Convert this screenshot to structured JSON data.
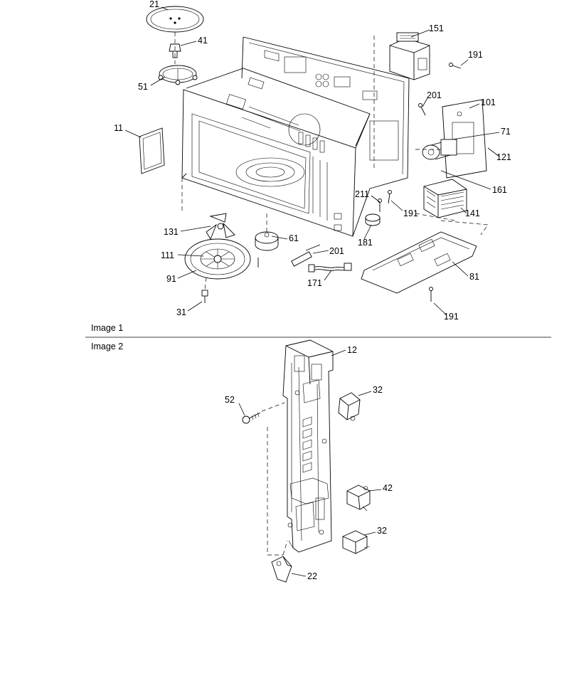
{
  "captions": {
    "image1": "Image 1",
    "image2": "Image 2"
  },
  "callouts": {
    "p21": "21",
    "p41": "41",
    "p51": "51",
    "p11": "11",
    "p131": "131",
    "p111": "111",
    "p91": "91",
    "p31": "31",
    "p61": "61",
    "p201a": "201",
    "p171": "171",
    "p181": "181",
    "p211": "211",
    "p191a": "191",
    "p151": "151",
    "p191b": "191",
    "p201b": "201",
    "p101": "101",
    "p71": "71",
    "p121": "121",
    "p161": "161",
    "p141": "141",
    "p81": "81",
    "p191c": "191",
    "p12": "12",
    "p32a": "32",
    "p52": "52",
    "p42": "42",
    "p32b": "32",
    "p22": "22"
  }
}
